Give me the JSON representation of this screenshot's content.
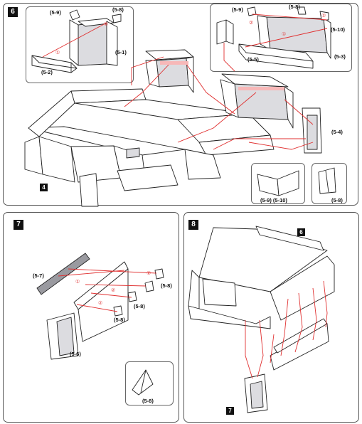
{
  "panels": {
    "p6": {
      "step": "6",
      "part_marker": "4",
      "labels": {
        "l59a": "(5-9)",
        "l58a": "(5-8)",
        "l51": "(5-1)",
        "l52": "(5-2)",
        "l59b": "(5-9)",
        "l58b": "(5-8)",
        "l510": "(5-10)",
        "l55": "(5-5)",
        "l53": "(5-3)",
        "l54": "(5-4)",
        "l59510": "(5-9) (5-10)",
        "l58c": "(5-8)"
      },
      "nums": {
        "n1a": "①",
        "n2a": "②",
        "n1b": "①",
        "n2b": "②",
        "n2c": "②"
      }
    },
    "p7": {
      "step": "7",
      "labels": {
        "l57": "(5-7)",
        "l58a": "(5-8)",
        "l58b": "(5-8)",
        "l58c": "(5-8)",
        "l56": "(5-6)",
        "l58d": "(5-8)"
      },
      "nums": {
        "n1": "①",
        "n2a": "②",
        "n2b": "②",
        "n2c": "②"
      }
    },
    "p8": {
      "step": "8",
      "part_top": "6",
      "part_bottom": "7"
    }
  },
  "colors": {
    "guide": "#e03030",
    "border": "#555555"
  }
}
